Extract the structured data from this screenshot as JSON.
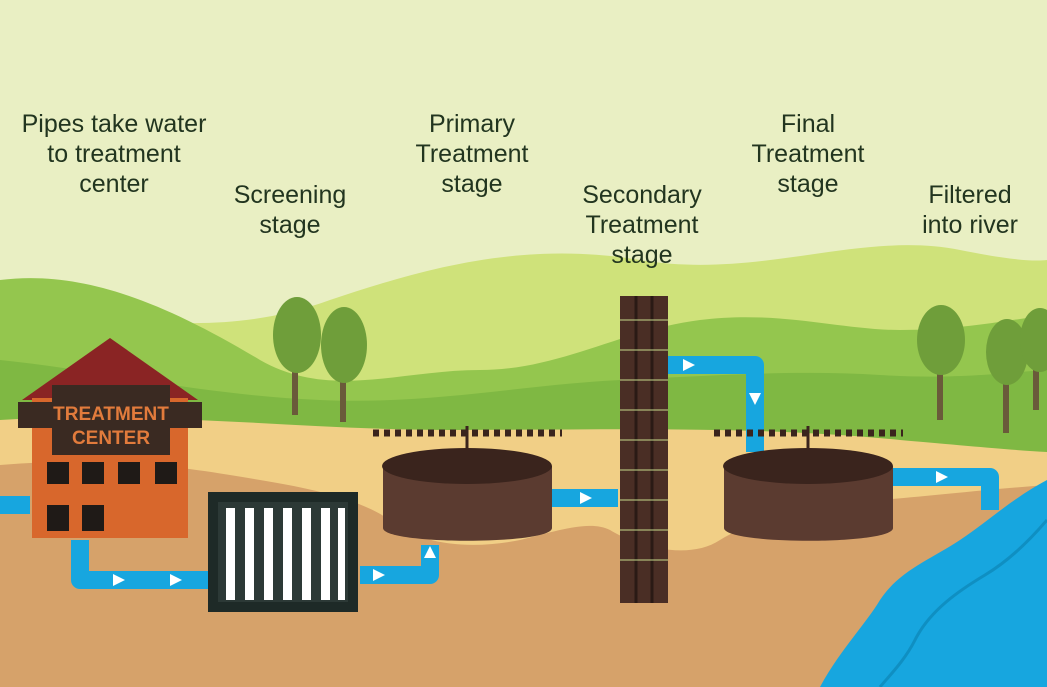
{
  "labels": {
    "pipes": [
      "Pipes take water",
      "to treatment",
      "center"
    ],
    "screening": [
      "Screening",
      "stage"
    ],
    "primary": [
      "Primary",
      "Treatment",
      "stage"
    ],
    "secondary": [
      "Secondary",
      "Treatment",
      "stage"
    ],
    "final": [
      "Final",
      "Treatment",
      "stage"
    ],
    "filtered": [
      "Filtered",
      "into river"
    ]
  },
  "building": {
    "line1": "TREATMENT",
    "line2": "CENTER"
  },
  "colors": {
    "sky": "#e9efc3",
    "far_hills": "#cfe27a",
    "hills": "#8dc34a",
    "ground": "#d6a26a",
    "sand": "#f1cf86",
    "water": "#17a6df",
    "building": "#d8672c",
    "roof": "#8a2424",
    "tank": "#5b3b30",
    "tower": "#4a2e25"
  }
}
